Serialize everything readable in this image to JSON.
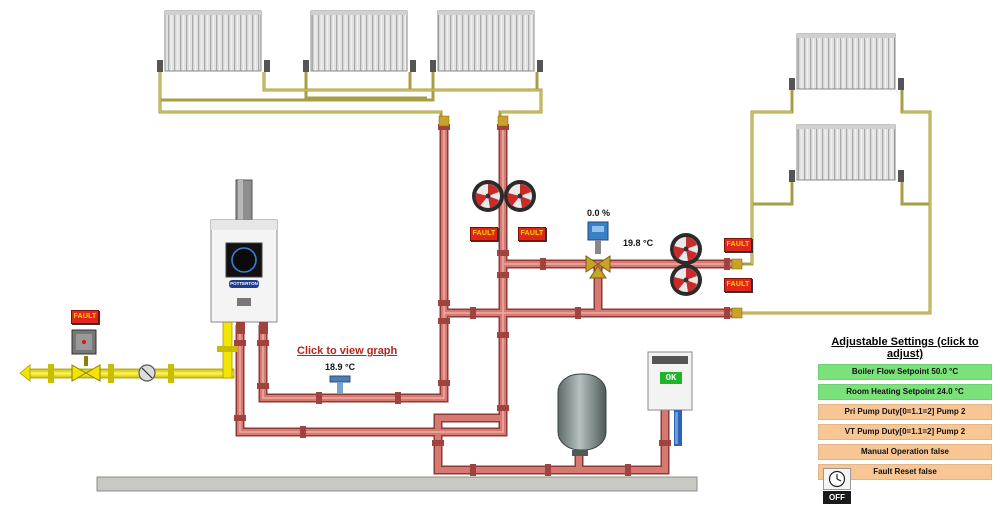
{
  "readouts": {
    "valve_position": "0.0 %",
    "vt_flow_temp": "19.8 °C",
    "return_temp": "18.9 °C"
  },
  "graph_link": "Click to view graph",
  "fault_label": "FAULT",
  "boiler": {
    "brand": "POTTERTON"
  },
  "controller": {
    "display": "OK"
  },
  "settings": {
    "title": "Adjustable Settings (click to adjust)",
    "items": [
      {
        "label": "Boiler Flow Setpoint 50.0 °C",
        "status_color": "#7be27b"
      },
      {
        "label": "Room Heating Setpoint 24.0 °C",
        "status_color": "#7be27b"
      },
      {
        "label": "Pri Pump Duty[0=1.1=2] Pump 2",
        "status_color": "#f7c694"
      },
      {
        "label": "VT Pump Duty[0=1.1=2] Pump 2",
        "status_color": "#f7c694"
      },
      {
        "label": "Manual Operation false",
        "status_color": "#f7c694"
      },
      {
        "label": "Fault Reset false",
        "status_color": "#f7c694"
      }
    ]
  },
  "manual_override": {
    "icon": "clock-icon",
    "state": "OFF"
  },
  "colors": {
    "pipe_copper": "#c8605a",
    "pipe_olive": "#b4a84a",
    "gas_yellow": "#f2e500",
    "fault_red": "#e0261a",
    "ok_green": "#1fb52b"
  }
}
